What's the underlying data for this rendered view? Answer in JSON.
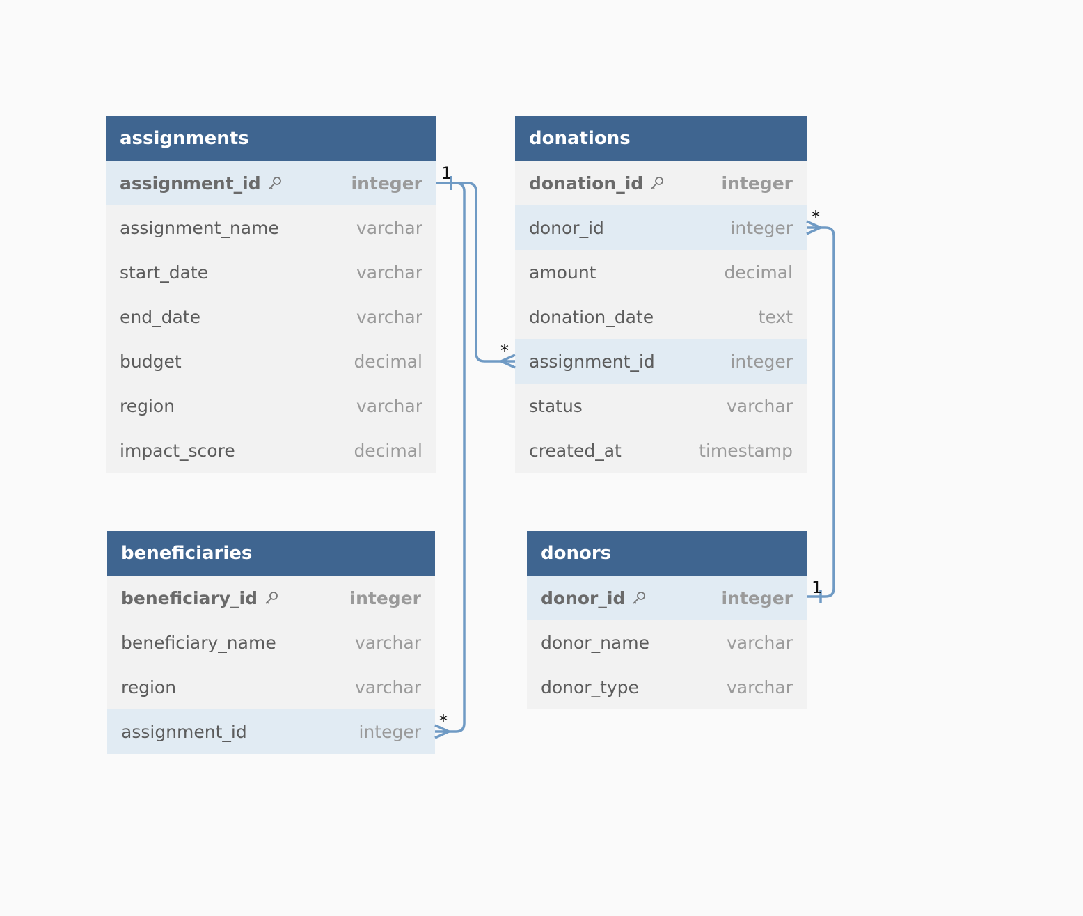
{
  "tables": {
    "assignments": {
      "title": "assignments",
      "columns": [
        {
          "name": "assignment_id",
          "type": "integer",
          "pk": true,
          "icon": "key-icon"
        },
        {
          "name": "assignment_name",
          "type": "varchar"
        },
        {
          "name": "start_date",
          "type": "varchar"
        },
        {
          "name": "end_date",
          "type": "varchar"
        },
        {
          "name": "budget",
          "type": "decimal"
        },
        {
          "name": "region",
          "type": "varchar"
        },
        {
          "name": "impact_score",
          "type": "decimal"
        }
      ]
    },
    "donations": {
      "title": "donations",
      "columns": [
        {
          "name": "donation_id",
          "type": "integer",
          "pk": true,
          "icon": "key-icon"
        },
        {
          "name": "donor_id",
          "type": "integer"
        },
        {
          "name": "amount",
          "type": "decimal"
        },
        {
          "name": "donation_date",
          "type": "text"
        },
        {
          "name": "assignment_id",
          "type": "integer"
        },
        {
          "name": "status",
          "type": "varchar"
        },
        {
          "name": "created_at",
          "type": "timestamp"
        }
      ]
    },
    "beneficiaries": {
      "title": "beneficiaries",
      "columns": [
        {
          "name": "beneficiary_id",
          "type": "integer",
          "pk": true,
          "icon": "key-icon"
        },
        {
          "name": "beneficiary_name",
          "type": "varchar"
        },
        {
          "name": "region",
          "type": "varchar"
        },
        {
          "name": "assignment_id",
          "type": "integer"
        }
      ]
    },
    "donors": {
      "title": "donors",
      "columns": [
        {
          "name": "donor_id",
          "type": "integer",
          "pk": true,
          "icon": "key-icon"
        },
        {
          "name": "donor_name",
          "type": "varchar"
        },
        {
          "name": "donor_type",
          "type": "varchar"
        }
      ]
    }
  },
  "relationships": [
    {
      "from": "assignments.assignment_id",
      "to": "donations.assignment_id",
      "from_card": "1",
      "to_card": "*"
    },
    {
      "from": "assignments.assignment_id",
      "to": "beneficiaries.assignment_id",
      "from_card": "1",
      "to_card": "*"
    },
    {
      "from": "donors.donor_id",
      "to": "donations.donor_id",
      "from_card": "1",
      "to_card": "*"
    }
  ],
  "colors": {
    "header": "#3f6590",
    "row": "#f2f2f2",
    "highlight_row": "#e1ebf3",
    "connector": "#6f9ac4",
    "background": "#fafafa"
  }
}
